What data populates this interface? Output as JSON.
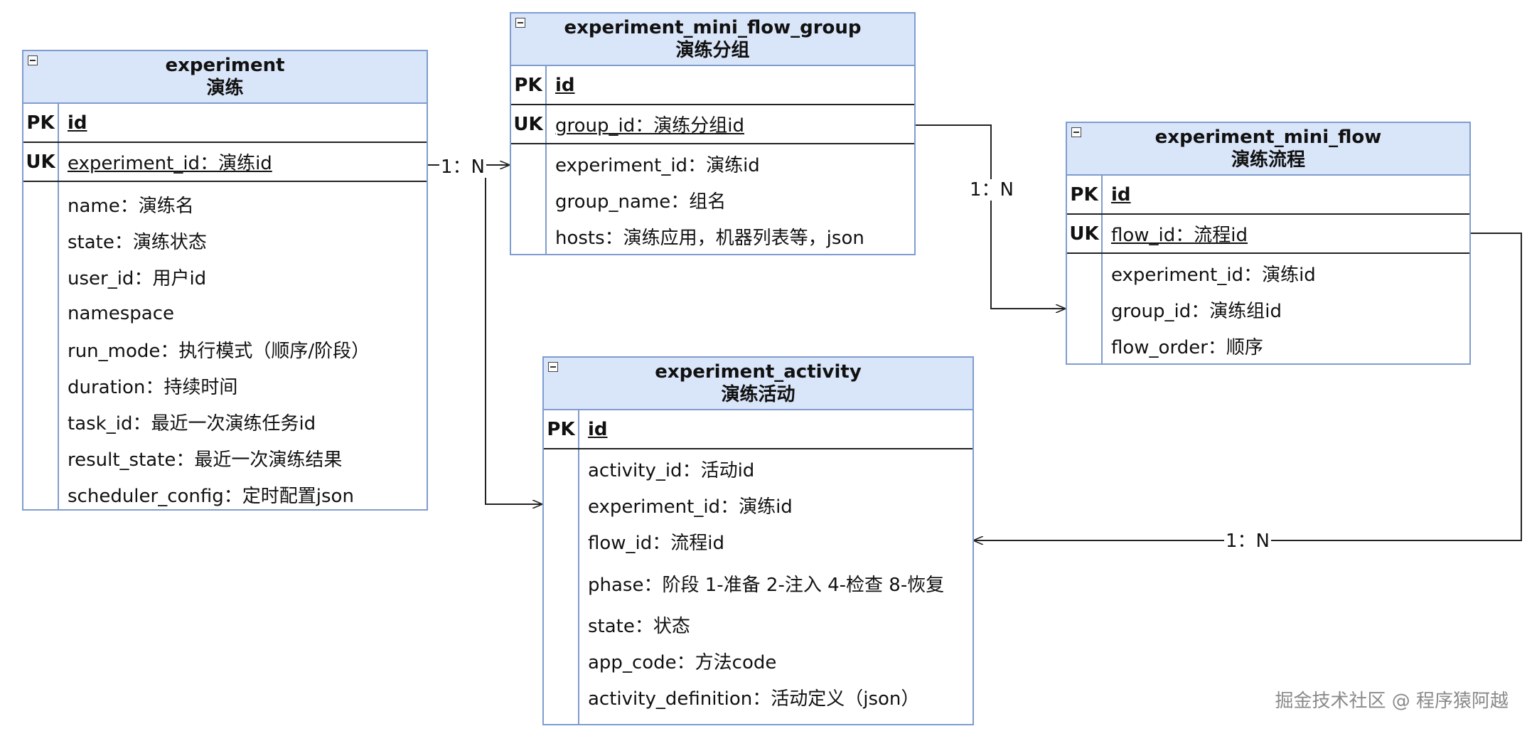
{
  "entities": {
    "experiment": {
      "name": "experiment",
      "cn_name": "演练",
      "pk_label": "PK",
      "pk_field": "id",
      "uk_label": "UK",
      "uk_field": "experiment_id：演练id",
      "fields": [
        "name：演练名",
        "state：演练状态",
        "user_id：用户id",
        "namespace",
        "run_mode：执行模式（顺序/阶段）",
        "duration：持续时间",
        "task_id：最近一次演练任务id",
        "result_state：最近一次演练结果",
        "scheduler_config：定时配置json"
      ]
    },
    "group": {
      "name": "experiment_mini_flow_group",
      "cn_name": "演练分组",
      "pk_label": "PK",
      "pk_field": "id",
      "uk_label": "UK",
      "uk_field": "group_id：演练分组id",
      "fields": [
        "experiment_id：演练id",
        "group_name：组名",
        "hosts：演练应用，机器列表等，json"
      ]
    },
    "flow": {
      "name": "experiment_mini_flow",
      "cn_name": "演练流程",
      "pk_label": "PK",
      "pk_field": "id",
      "uk_label": "UK",
      "uk_field": "flow_id：流程id",
      "fields": [
        "experiment_id：演练id",
        "group_id：演练组id",
        "flow_order：顺序"
      ]
    },
    "activity": {
      "name": "experiment_activity",
      "cn_name": "演练活动",
      "pk_label": "PK",
      "pk_field": "id",
      "fields": [
        "activity_id：活动id",
        "experiment_id：演练id",
        "flow_id：流程id",
        "phase：阶段 1-准备 2-注入 4-检查 8-恢复",
        "state：状态",
        "app_code：方法code",
        "activity_definition：活动定义（json）"
      ]
    }
  },
  "relations": {
    "exp_to_group": "1：N",
    "group_to_flow": "1：N",
    "flow_to_activity": "1：N"
  },
  "watermark": "掘金技术社区 @ 程序猿阿越",
  "colors": {
    "header_fill": "#d9e5f8",
    "border": "#7f9ccf",
    "line": "#222222"
  }
}
